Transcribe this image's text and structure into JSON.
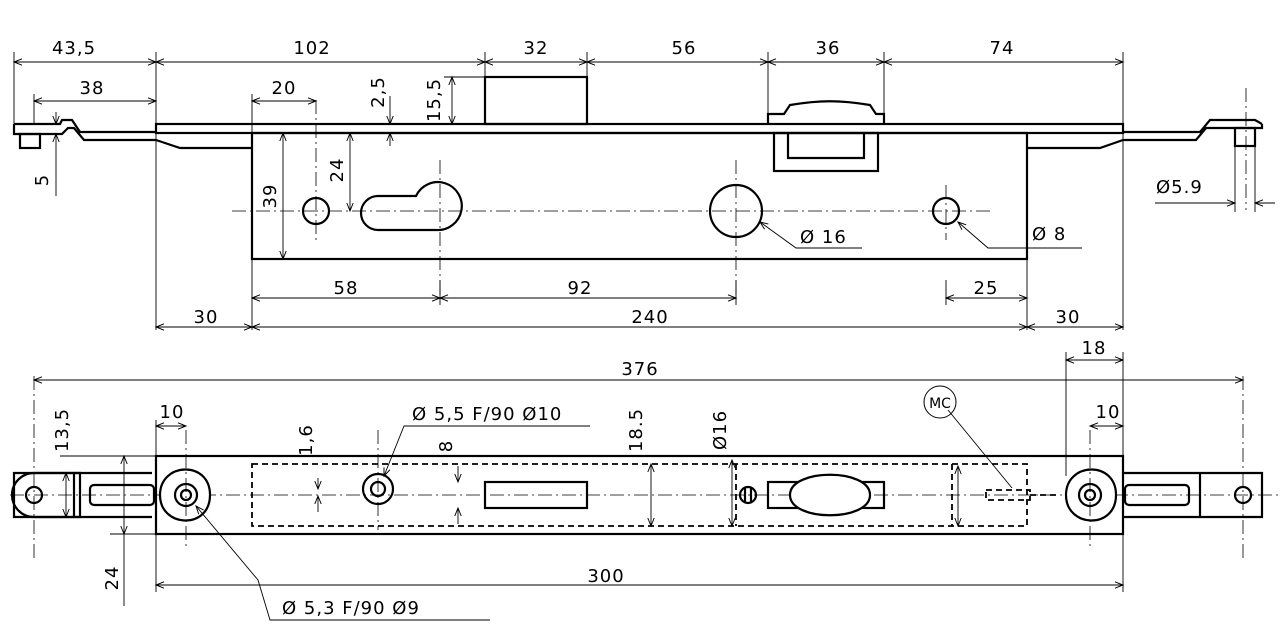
{
  "top_view": {
    "dims": {
      "d43_5": "43,5",
      "d38": "38",
      "d102": "102",
      "d32": "32",
      "d56": "56",
      "d36": "36",
      "d74": "74",
      "d20": "20",
      "d2_5": "2,5",
      "d15_5": "15,5",
      "d24": "24",
      "d39": "39",
      "d5": "5",
      "d58": "58",
      "d92": "92",
      "d25": "25",
      "d30_left": "30",
      "d240": "240",
      "d30_right": "30",
      "dia16": "Ø 16",
      "dia8": "Ø 8",
      "dia5_9": "Ø5.9"
    }
  },
  "bottom_view": {
    "dims": {
      "d376": "376",
      "d18": "18",
      "d10_left": "10",
      "d10_right": "10",
      "d13_5": "13,5",
      "d24": "24",
      "d1_6": "1,6",
      "d8": "8",
      "d18_5": "18.5",
      "dia16": "Ø16",
      "d300": "300",
      "note_f90_10": "Ø 5,5 F/90 Ø10",
      "note_f90_9": "Ø 5,3 F/90 Ø9",
      "mc": "MC"
    }
  }
}
